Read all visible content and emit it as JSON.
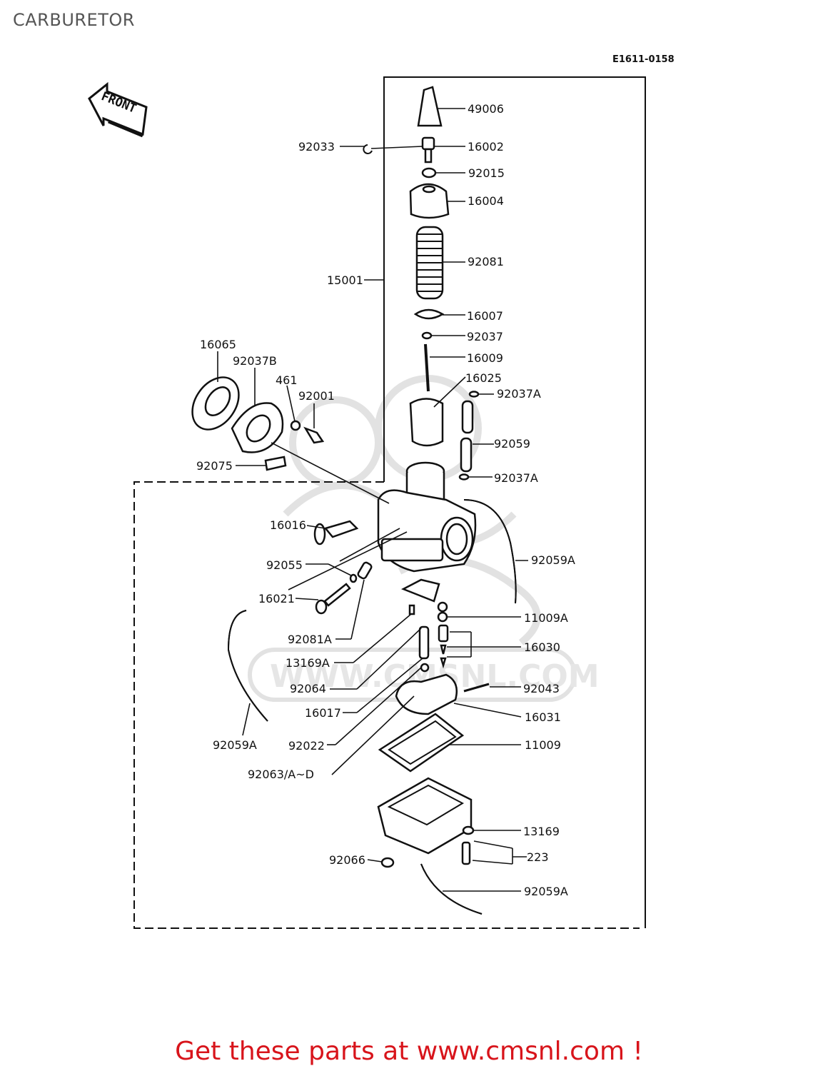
{
  "page": {
    "title": "CARBURETOR",
    "diagram_code": "E1611-0158",
    "front_label": "FRONT",
    "watermark": "WWW.CMSNL.COM",
    "promo": "Get these parts at www.cmsnl.com !"
  },
  "parts": {
    "p49006": "49006",
    "p92033": "92033",
    "p16002": "16002",
    "p92015": "92015",
    "p16004": "16004",
    "p92081": "92081",
    "p15001": "15001",
    "p16007": "16007",
    "p92037": "92037",
    "p16009": "16009",
    "p16065": "16065",
    "p92037B": "92037B",
    "p461": "461",
    "p92001": "92001",
    "p16025": "16025",
    "p92037A_top": "92037A",
    "p92059": "92059",
    "p92075": "92075",
    "p92037A_bottom": "92037A",
    "p16016": "16016",
    "p92059A_right": "92059A",
    "p92055": "92055",
    "p16021": "16021",
    "p11009A": "11009A",
    "p92081A": "92081A",
    "p16030": "16030",
    "p13169A": "13169A",
    "p92064": "92064",
    "p92043": "92043",
    "p16017": "16017",
    "p16031": "16031",
    "p92059A_left": "92059A",
    "p92022": "92022",
    "p11009": "11009",
    "p92063": "92063/A~D",
    "p13169": "13169",
    "p223": "223",
    "p92066": "92066",
    "p92059A_bottom": "92059A"
  }
}
